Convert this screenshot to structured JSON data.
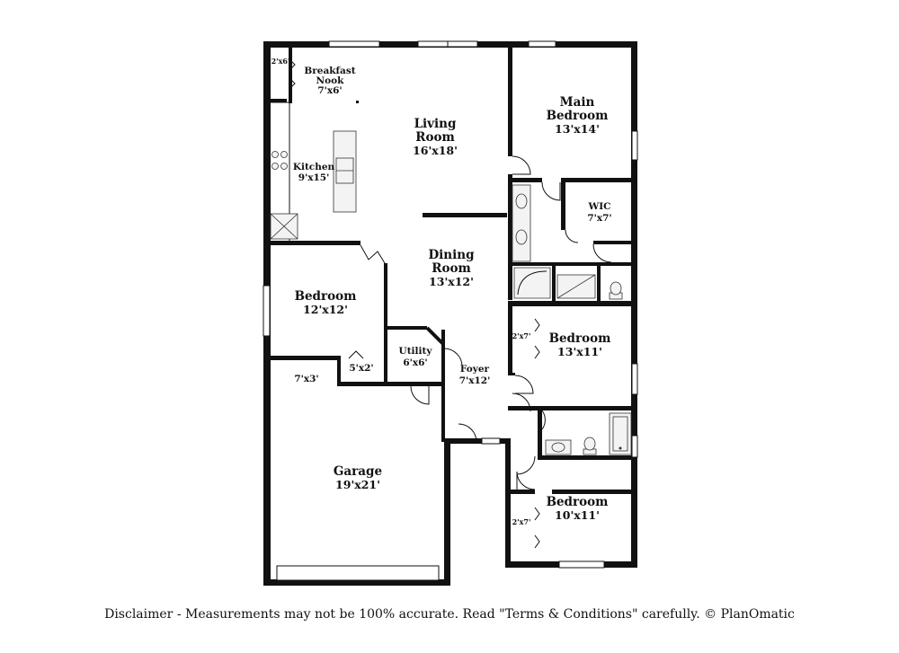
{
  "rooms": [
    {
      "id": "breakfast-nook",
      "name": [
        "Breakfast",
        "Nook"
      ],
      "dims": "7'x6'"
    },
    {
      "id": "kitchen",
      "name": [
        "Kitchen"
      ],
      "dims": "9'x15'"
    },
    {
      "id": "living-room",
      "name": [
        "Living",
        "Room"
      ],
      "dims": "16'x18'"
    },
    {
      "id": "main-bedroom",
      "name": [
        "Main",
        "Bedroom"
      ],
      "dims": "13'x14'"
    },
    {
      "id": "wic",
      "name": [
        "WIC"
      ],
      "dims": "7'x7'"
    },
    {
      "id": "dining-room",
      "name": [
        "Dining",
        "Room"
      ],
      "dims": "13'x12'"
    },
    {
      "id": "bedroom-west",
      "name": [
        "Bedroom"
      ],
      "dims": "12'x12'"
    },
    {
      "id": "utility",
      "name": [
        "Utility"
      ],
      "dims": "6'x6'"
    },
    {
      "id": "foyer",
      "name": [
        "Foyer"
      ],
      "dims": "7'x12'"
    },
    {
      "id": "bedroom-east",
      "name": [
        "Bedroom"
      ],
      "dims": "13'x11'"
    },
    {
      "id": "bedroom-south",
      "name": [
        "Bedroom"
      ],
      "dims": "10'x11'"
    },
    {
      "id": "garage",
      "name": [
        "Garage"
      ],
      "dims": "19'x21'"
    }
  ],
  "small_labels": [
    {
      "id": "nook-closet",
      "text": "2'x6'"
    },
    {
      "id": "hall-closet",
      "text": "5'x2'"
    },
    {
      "id": "garage-storage",
      "text": "7'x3'"
    },
    {
      "id": "bedroom-east-closet",
      "text": "2'x7'"
    },
    {
      "id": "bedroom-south-closet",
      "text": "2'x7'"
    }
  ],
  "disclaimer": "Disclaimer - Measurements may not be 100% accurate. Read \"Terms & Conditions\" carefully. © PlanOmatic"
}
